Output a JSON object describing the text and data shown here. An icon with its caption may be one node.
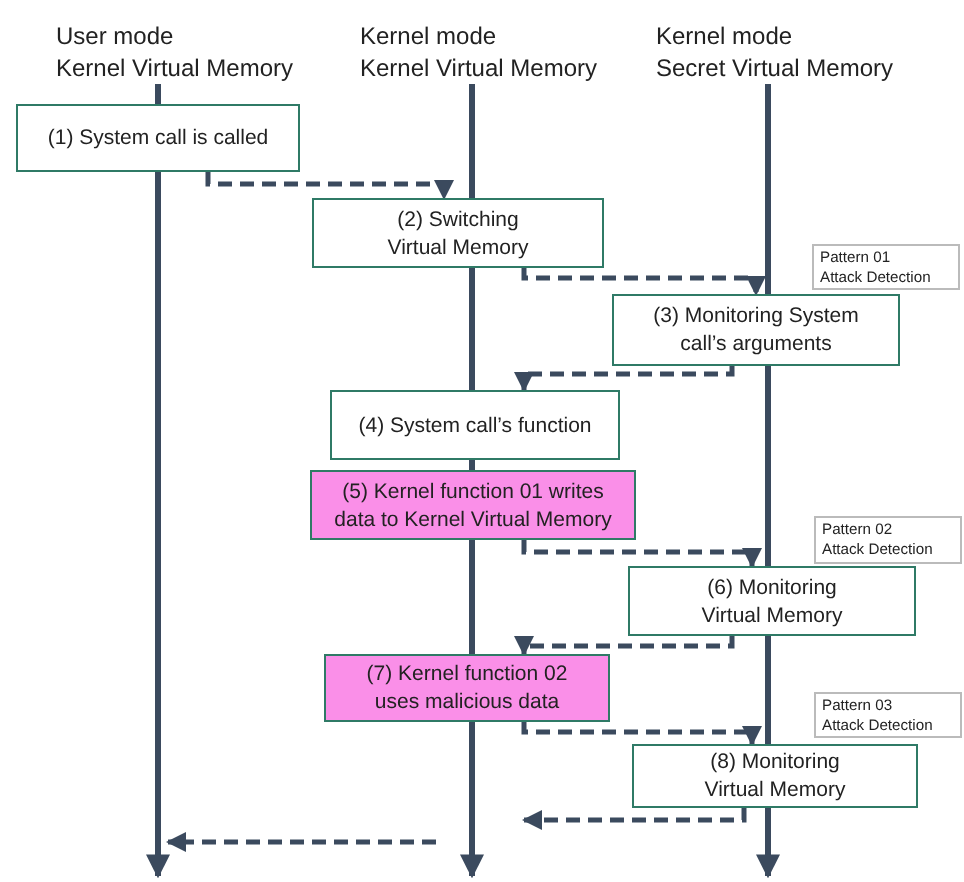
{
  "diagram": {
    "nodes": [
      {
        "text": [
          "User mode",
          "Kernel Virtual Memory"
        ]
      },
      {
        "text": [
          "Kernel mode",
          "Kernel Virtual Memory"
        ]
      },
      {
        "text": [
          "Kernel mode",
          "Secret Virtual Memory"
        ]
      },
      {
        "text": [
          "(1) System call is called"
        ]
      },
      {
        "text": [
          "(2) Switching Virtual Memory"
        ]
      },
      {
        "text": [
          "Pattern 01 Attack Detection"
        ]
      },
      {
        "text": [
          "(3) Monitoring System call’s arguments"
        ]
      },
      {
        "text": [
          "(4) System call’s function"
        ]
      },
      {
        "text": [
          "(5) Kernel function 01 writes data to Kernel Virtual Memory"
        ]
      },
      {
        "text": [
          "Pattern 02 Attack Detection"
        ]
      },
      {
        "text": [
          "(6) Monitoring Virtual Memory"
        ]
      },
      {
        "text": [
          "(7) Kernel function 02 uses malicious data"
        ]
      },
      {
        "text": [
          "Pattern 03 Attack Detection"
        ]
      },
      {
        "text": [
          "(8) Monitoring Virtual Memory"
        ]
      }
    ],
    "edges": [
      {
        "from": 0,
        "to": null,
        "arrow": "to"
      },
      {
        "from": 1,
        "to": null,
        "arrow": "to"
      },
      {
        "from": 2,
        "to": null,
        "arrow": "to"
      },
      {
        "from": 3,
        "to": 4,
        "arrow": "to",
        "style": "dashed"
      },
      {
        "from": 4,
        "to": 6,
        "arrow": "to",
        "style": "dashed"
      },
      {
        "from": 6,
        "to": 7,
        "arrow": "to",
        "style": "dashed"
      },
      {
        "from": 8,
        "to": 10,
        "arrow": "to",
        "style": "dashed"
      },
      {
        "from": 10,
        "to": 11,
        "arrow": "to",
        "style": "dashed"
      },
      {
        "from": 11,
        "to": 13,
        "arrow": "to",
        "style": "dashed"
      },
      {
        "from": 13,
        "to": null,
        "arrow": "to",
        "style": "dashed"
      }
    ]
  }
}
